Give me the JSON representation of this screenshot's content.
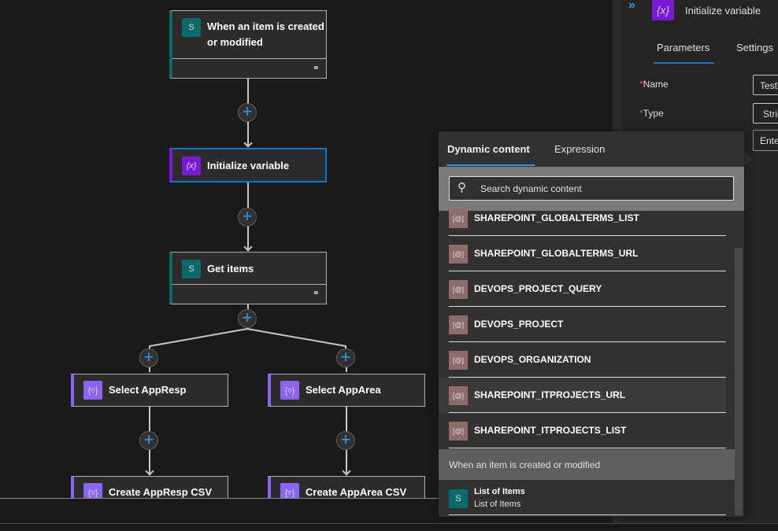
{
  "flow": {
    "trigger": {
      "title": "When an item is created or modified",
      "icon": "sharepoint-icon"
    },
    "init_var": {
      "title": "Initialize variable",
      "icon": "variable-icon"
    },
    "get_items": {
      "title": "Get items",
      "icon": "sharepoint-icon"
    },
    "select_appresp": {
      "title": "Select AppResp",
      "icon": "data-operation-icon"
    },
    "select_apparea": {
      "title": "Select AppArea",
      "icon": "data-operation-icon"
    },
    "create_appresp_csv": {
      "title": "Create AppResp CSV",
      "icon": "data-operation-icon"
    },
    "create_apparea_csv": {
      "title": "Create AppArea CSV",
      "icon": "data-operation-icon"
    },
    "plus": "+"
  },
  "panel": {
    "expand": "»",
    "title": "Initialize variable",
    "icon_text": "{x}",
    "tabs": [
      "Parameters",
      "Settings"
    ],
    "fields": [
      {
        "label": "Name",
        "required": "*",
        "value": "TestV"
      },
      {
        "label": "Type",
        "required": "*",
        "value": "Strin"
      },
      {
        "label": "",
        "value": "Ente"
      }
    ]
  },
  "dynamic": {
    "tabs": [
      "Dynamic content",
      "Expression"
    ],
    "search_placeholder": "Search dynamic content",
    "items": [
      "SHAREPOINT_GLOBALTERMS_LIST",
      "SHAREPOINT_GLOBALTERMS_URL",
      "DEVOPS_PROJECT_QUERY",
      "DEVOPS_PROJECT",
      "DEVOPS_ORGANIZATION",
      "SHAREPOINT_ITPROJECTS_URL",
      "SHAREPOINT_ITPROJECTS_LIST"
    ],
    "item_icon": "[@]",
    "section": "When an item is created or modified",
    "section_items": [
      {
        "title": "List of Items",
        "subtitle": "List of Items"
      }
    ]
  },
  "colors": {
    "accent": "#2899f5",
    "sharepoint": "#0b6a6b",
    "variable": "#7719d7",
    "data_operation": "#8b63f5"
  }
}
